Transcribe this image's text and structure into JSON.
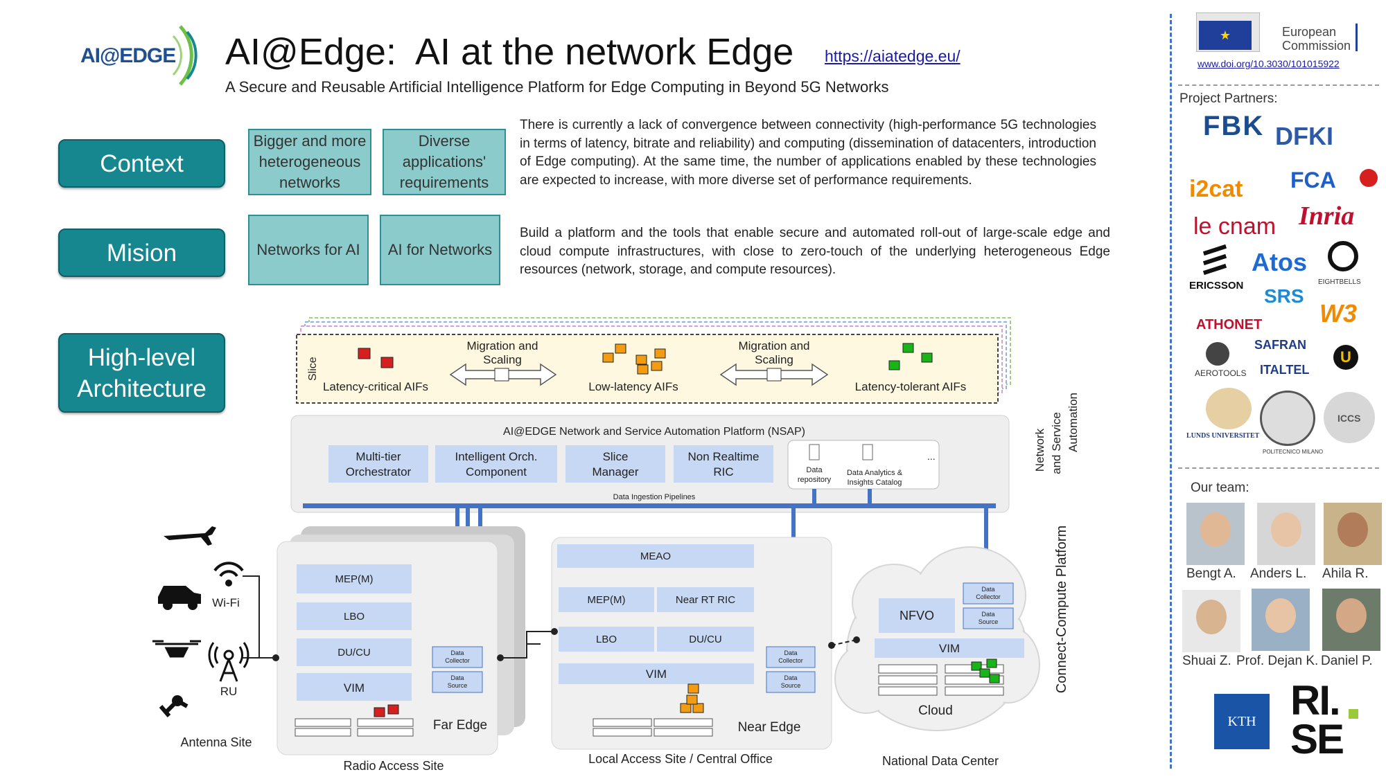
{
  "header": {
    "logo_text": "AI@EDGE",
    "title": "AI@Edge:  AI at the network Edge",
    "url": "https://aiatedge.eu/",
    "subtitle": "A Secure and Reusable Artificial Intelligence Platform for Edge Computing in Beyond 5G Networks"
  },
  "sections": {
    "context": "Context",
    "mision": "Mision",
    "architecture_line1": "High-level",
    "architecture_line2": "Architecture"
  },
  "context_boxes": [
    "Bigger and more heterogeneous networks",
    "Diverse applications' requirements"
  ],
  "mision_boxes": [
    "Networks for AI",
    "AI for Networks"
  ],
  "context_text": "There is currently a lack of convergence between connectivity (high-performance 5G technologies in terms of latency, bitrate and reliability) and computing (dissemination of datacenters, introduction of Edge computing). At the same time, the number of applications enabled by these technologies are expected to increase, with more diverse set of performance requirements.",
  "mision_text": "Build a platform and the tools that enable secure and automated roll-out of large-scale edge and cloud compute infrastructures, with close to zero-touch of the underlying heterogeneous Edge resources (network, storage, and compute resources).",
  "diagram": {
    "slice": "Slice",
    "migration_line1": "Migration and",
    "migration_line2": "Scaling",
    "aif_latency_critical": "Latency-critical AIFs",
    "aif_low_latency": "Low-latency AIFs",
    "aif_latency_tolerant": "Latency-tolerant AIFs",
    "nsap_title": "AI@EDGE Network and Service Automation Platform (NSAP)",
    "nsap_modules": [
      "Multi-tier Orchestrator",
      "Intelligent Orch. Component",
      "Slice Manager",
      "Non Realtime RIC"
    ],
    "data_repository": "Data repository",
    "data_analytics": "Data Analytics & Insights Catalog",
    "ellipsis": "...",
    "data_ingestion": "Data Ingestion Pipelines",
    "network_automation_line1": "Network",
    "network_automation_line2": "and Service",
    "network_automation_line3": "Automation",
    "connect_compute": "Connect-Compute Platform",
    "radio_stack": [
      "MEP(M)",
      "LBO",
      "DU/CU",
      "VIM"
    ],
    "data_collector": "Data Collector",
    "data_source": "Data Source",
    "far_edge": "Far Edge",
    "radio_access_site": "Radio Access Site",
    "meao": "MEAO",
    "near_left": [
      "MEP(M)",
      "LBO"
    ],
    "near_right": [
      "Near RT RIC",
      "DU/CU"
    ],
    "vim": "VIM",
    "near_edge": "Near Edge",
    "local_access_site": "Local Access Site / Central Office",
    "nfvo": "NFVO",
    "cloud": "Cloud",
    "national_data_center": "National Data Center",
    "wifi": "Wi-Fi",
    "ru": "RU",
    "antenna_site": "Antenna Site"
  },
  "sidebar": {
    "ec_line1": "European",
    "ec_line2": "Commission",
    "doi": "www.doi.org/10.3030/101015922",
    "partners_title": "Project Partners:",
    "partners": [
      "FBK",
      "DFKI",
      "i2cat",
      "FCA",
      "le cnam",
      "Inria",
      "ERICSSON",
      "Atos",
      "EIGHTBELLS",
      "SRS",
      "ATHONET",
      "W3",
      "AEROTOOLS",
      "SAFRAN",
      "ITALTEL",
      "LUNDS UNIVERSITET",
      "POLITECNICO MILANO",
      "ICCS"
    ],
    "team_title": "Our team:",
    "team": [
      "Bengt A.",
      "Anders L.",
      "Ahila R.",
      "Shuai Z.",
      "Prof. Dejan K.",
      "Daniel P."
    ],
    "kth": "KTH",
    "rise_line1": "RI.",
    "rise_line2": "SE"
  },
  "colors": {
    "teal": "#17878f",
    "light_teal": "#8bcbcb",
    "module_blue": "#c7d8f5",
    "pipeline_blue": "#4472c4",
    "red_aif": "#d62020",
    "orange_aif": "#f39c12",
    "green_aif": "#18b418"
  }
}
